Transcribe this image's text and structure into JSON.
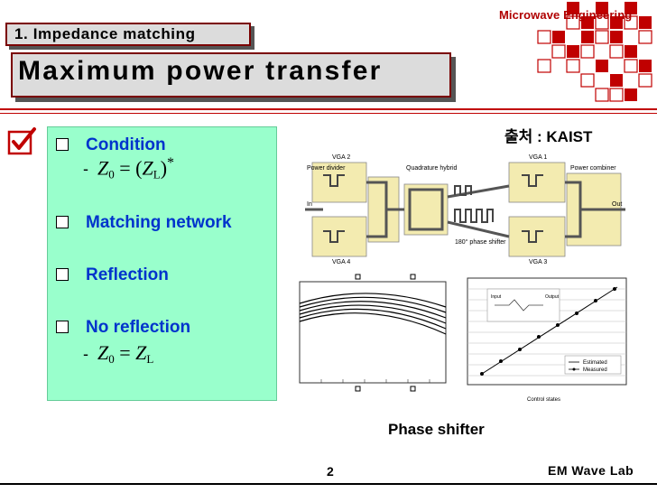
{
  "header": {
    "course": "Microwave Engineering",
    "section": "1. Impedance matching",
    "title": "Maximum power transfer"
  },
  "bullets": [
    {
      "label": "Condition",
      "equation": {
        "dash": "-",
        "lhs": "Z",
        "lhs_sub": "0",
        "rel": "= (",
        "rhs": "Z",
        "rhs_sub": "L",
        "close": ")",
        "sup": "*"
      }
    },
    {
      "label": "Matching network"
    },
    {
      "label": "Reflection"
    },
    {
      "label": "No reflection",
      "equation": {
        "dash": "-",
        "lhs": "Z",
        "lhs_sub": "0",
        "rel": "=",
        "rhs": "Z",
        "rhs_sub": "L"
      }
    }
  ],
  "source": "출처 : KAIST",
  "circuit": {
    "labels": [
      "VGA 2",
      "VGA 1",
      "Power divider",
      "Quadrature hybrid",
      "Power combiner",
      "In",
      "Out",
      "VGA 4",
      "VGA 3",
      "180° phase shifter"
    ]
  },
  "plot_right": {
    "legend": [
      "Estimated",
      "Measured"
    ],
    "xlabel": "Control states",
    "inset_labels": [
      "Input",
      "Output"
    ]
  },
  "figure_caption": "Phase shifter",
  "footer": {
    "page": "2",
    "lab": "EM Wave Lab"
  },
  "colors": {
    "accent": "#c00000",
    "panel": "#99ffcc",
    "bullet_text": "#0033cc",
    "checker": "#c00000"
  }
}
